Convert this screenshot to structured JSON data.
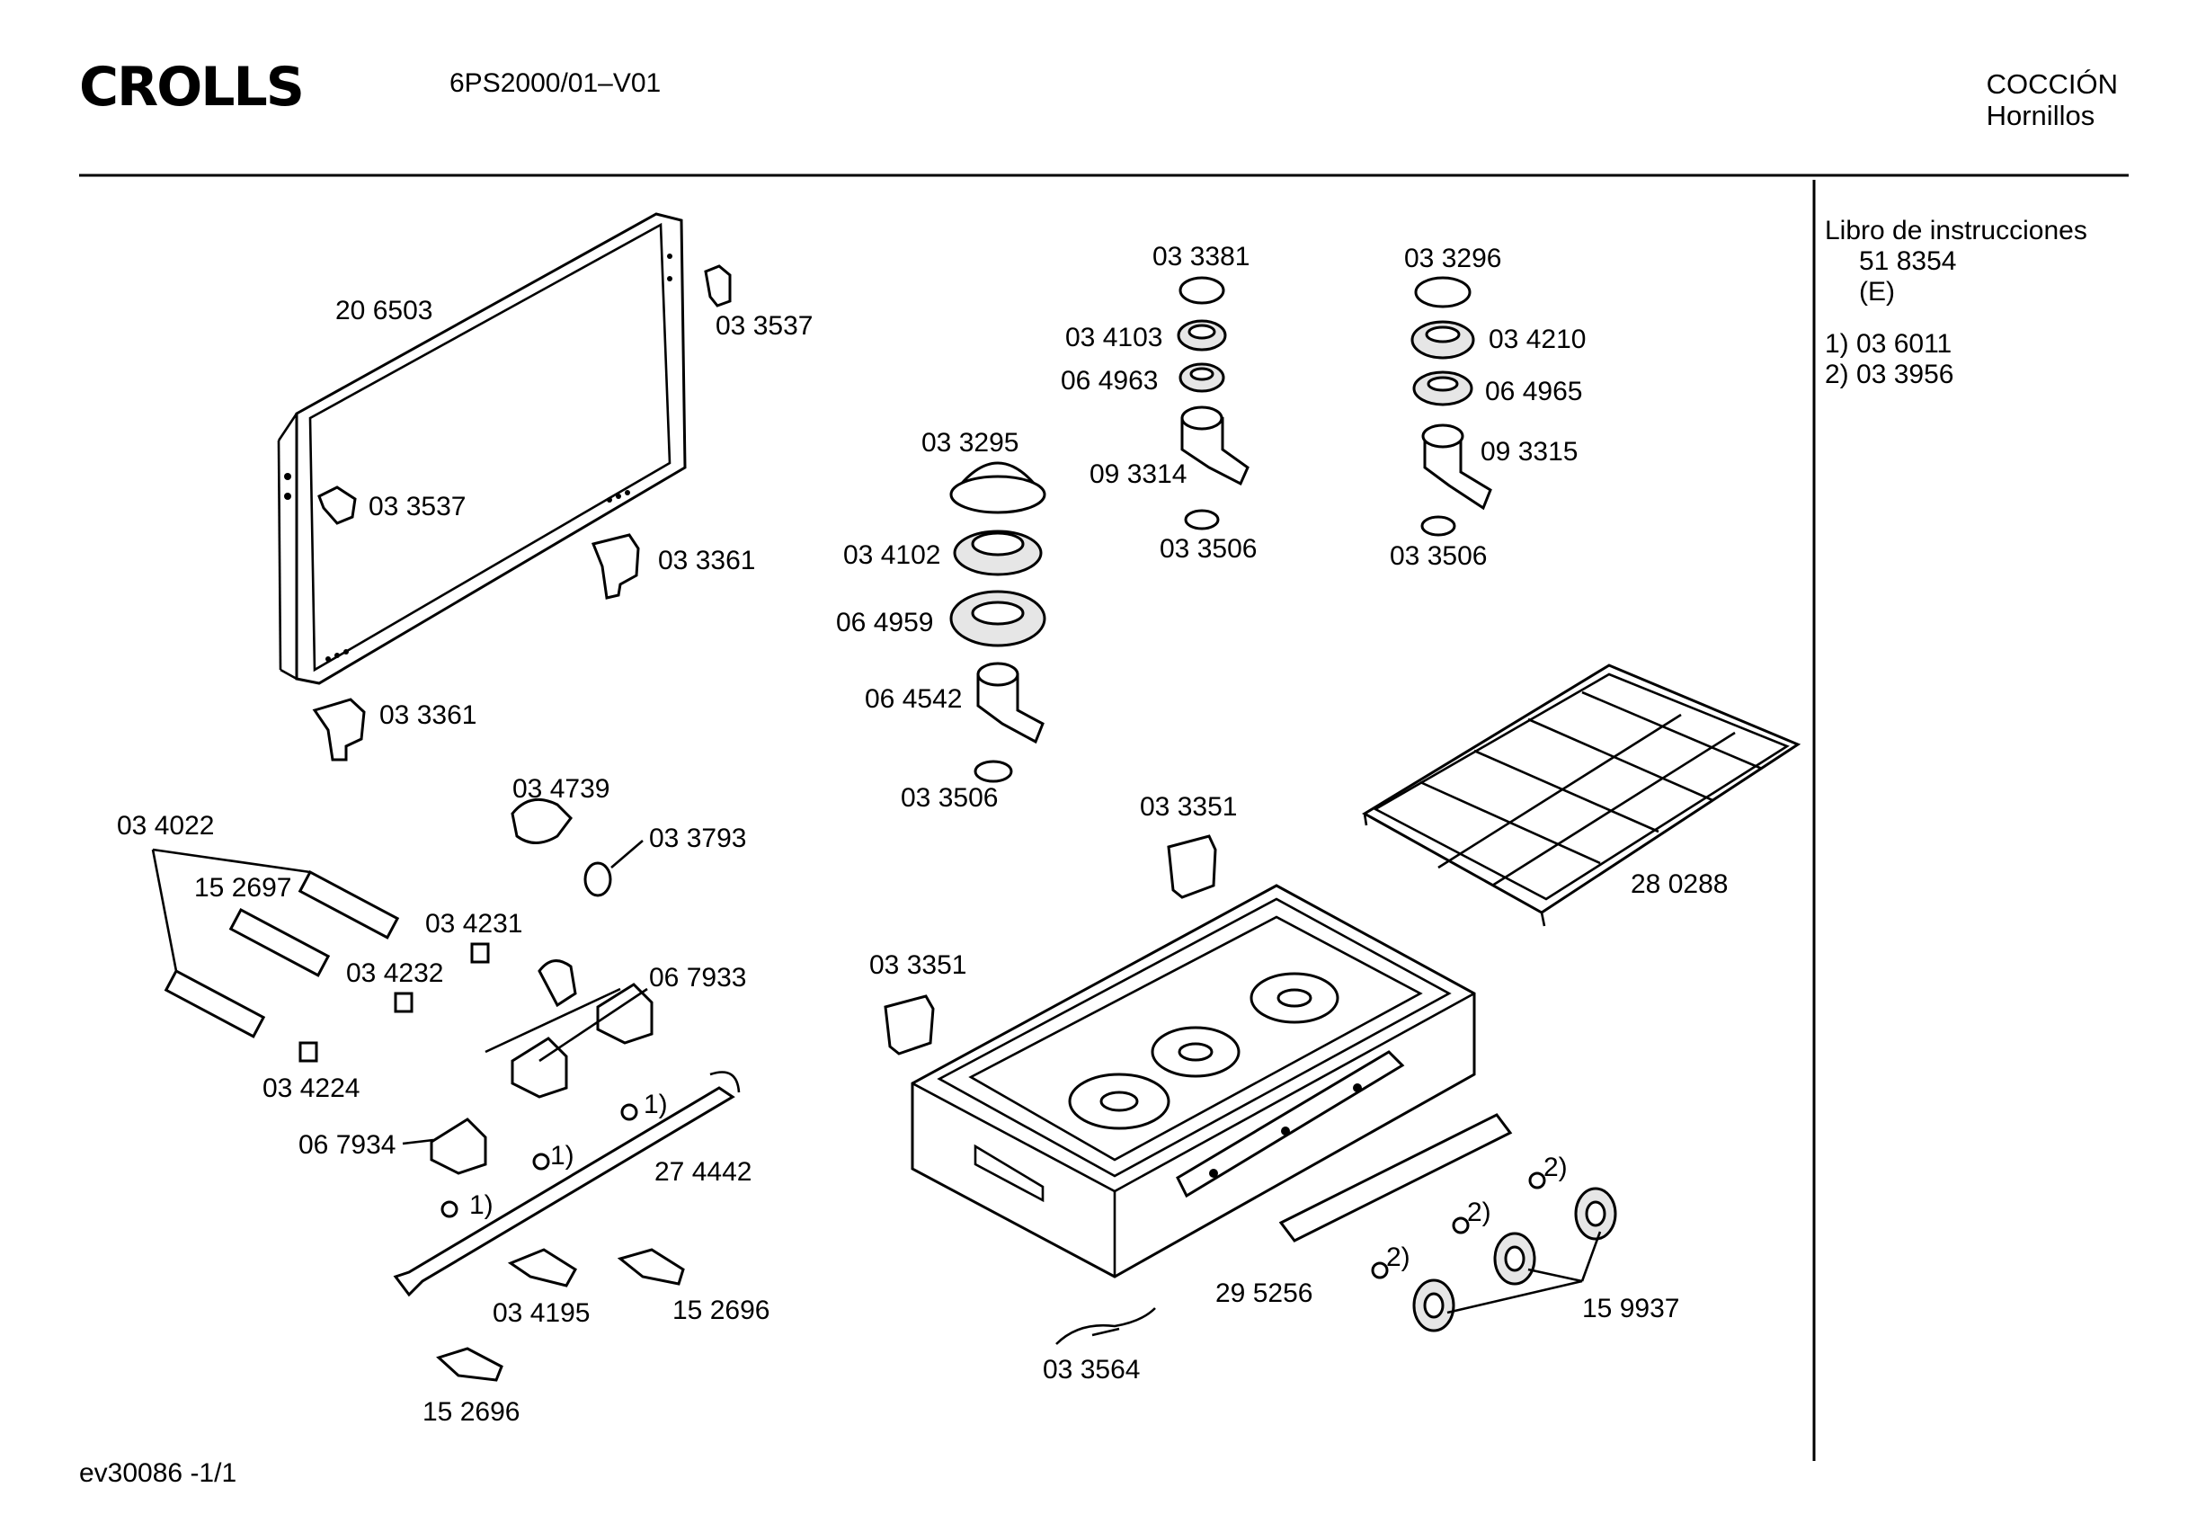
{
  "header": {
    "brand": "CROLLS",
    "model": "6PS2000/01–V01",
    "category": "COCCIÓN",
    "subcategory": "Hornillos"
  },
  "sidebar": {
    "manual_title": "Libro de instrucciones",
    "manual_number": "51 8354",
    "manual_language": "(E)",
    "notes": [
      "1) 03 6011",
      "2) 03 3956"
    ]
  },
  "footer": {
    "doc_id": "ev30086 -1/1"
  },
  "parts": {
    "p206503": "20 6503",
    "p033537a": "03 3537",
    "p033537b": "03 3537",
    "p033361a": "03 3361",
    "p033361b": "03 3361",
    "p033381": "03 3381",
    "p034103": "03 4103",
    "p064963": "06 4963",
    "p093314": "09 3314",
    "p033506a": "03 3506",
    "p033296": "03 3296",
    "p034210": "03 4210",
    "p064965": "06 4965",
    "p093315": "09 3315",
    "p033506b": "03 3506",
    "p033295": "03 3295",
    "p034102": "03 4102",
    "p064959": "06 4959",
    "p064542": "06 4542",
    "p033506c": "03 3506",
    "p034739": "03 4739",
    "p033793": "03 3793",
    "p034022": "03 4022",
    "p152697": "15 2697",
    "p034231": "03 4231",
    "p034232": "03 4232",
    "p067933": "06 7933",
    "p034224": "03 4224",
    "p067934": "06 7934",
    "p274442": "27 4442",
    "p034195": "03 4195",
    "p152696a": "15 2696",
    "p152696b": "15 2696",
    "p033351a": "03 3351",
    "p033351b": "03 3351",
    "p280288": "28 0288",
    "p295256": "29 5256",
    "p033564": "03 3564",
    "p159937": "15 9937",
    "n1a": "1)",
    "n1b": "1)",
    "n1c": "1)",
    "n2a": "2)",
    "n2b": "2)",
    "n2c": "2)"
  }
}
